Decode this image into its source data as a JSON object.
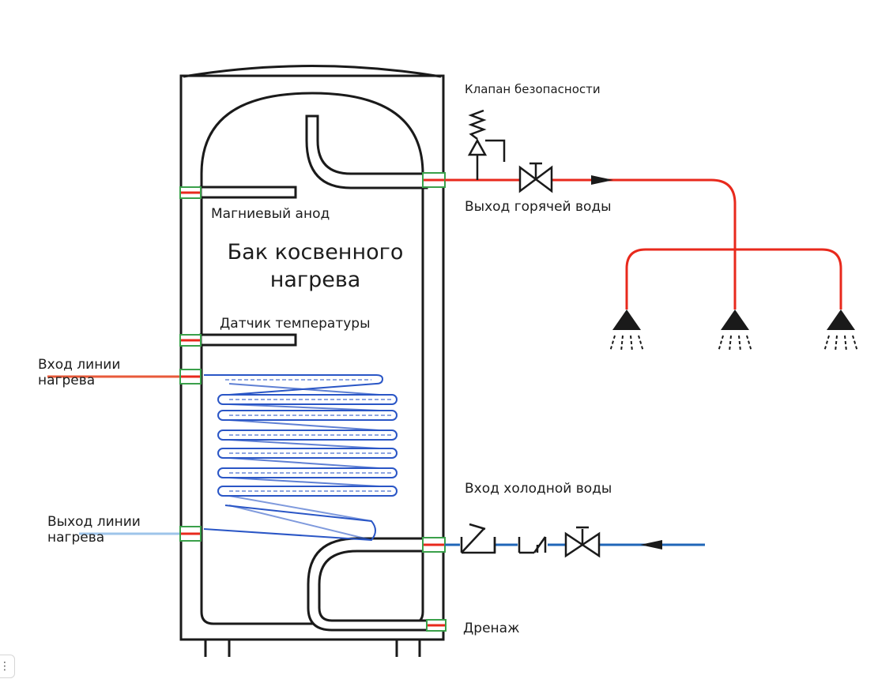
{
  "labels": {
    "safety_valve": "Клапан безопасности",
    "magnesium_anode": "Магниевый анод",
    "tank_title_line1": "Бак косвенного",
    "tank_title_line2": "нагрева",
    "hot_water_out": "Выход горячей воды",
    "temp_sensor": "Датчик температуры",
    "heating_in_line1": "Вход линии",
    "heating_in_line2": "нагрева",
    "heating_out_line1": "Выход линии",
    "heating_out_line2": "нагрева",
    "cold_water_in": "Вход холодной воды",
    "drain": "Дренаж"
  },
  "menu": {
    "icon": "⋮"
  },
  "colors": {
    "tank_outline": "#1a1a1a",
    "hot_pipe": "#e8291c",
    "cold_pipe": "#1f66b8",
    "coil": "#2a56c6",
    "fitting_green": "#3aa04a",
    "fitting_red": "#e8291c"
  }
}
